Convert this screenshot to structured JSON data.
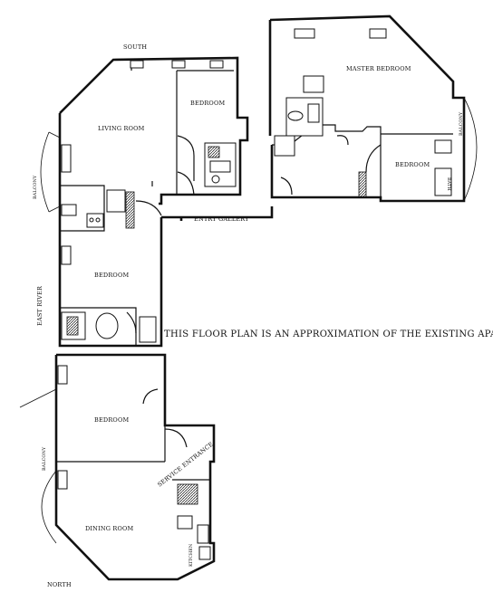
{
  "compass": {
    "south": "SOUTH",
    "north": "NORTH",
    "river": "EAST RIVER"
  },
  "rooms": {
    "living_room": "LIVING ROOM",
    "bedroom_top": "BEDROOM",
    "master_bedroom": "MASTER BEDROOM",
    "bedroom_right": "BEDROOM",
    "bedroom_middle": "BEDROOM",
    "bedroom_lower": "BEDROOM",
    "dining_room": "DINING ROOM",
    "entry_gallery": "ENTRY GALLERY",
    "service_entrance": "SERVICE ENTRANCE",
    "kitchen": "KITCHEN",
    "bath": "BATH"
  },
  "balconies": {
    "left_upper": "BALCONY",
    "right_upper": "BALCONY",
    "left_lower": "BALCONY"
  },
  "disclaimer": "THIS FLOOR PLAN IS AN APPROXIMATION OF THE EXISTING APARTMENT"
}
